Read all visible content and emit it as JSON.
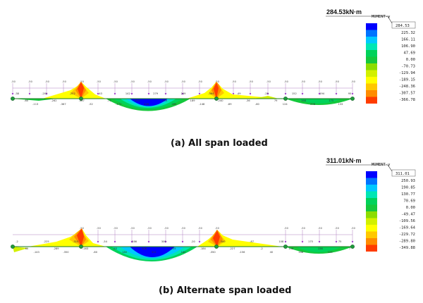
{
  "panels": [
    {
      "caption": "(a) All span loaded",
      "peak_label": "284.53kN·m",
      "legend_title": "MOMENT-y",
      "legend_boxed_value": "284.53",
      "legend_values": [
        "225.32",
        "166.11",
        "106.90",
        "47.69",
        "0.00",
        "-70.73",
        "-129.94",
        "-189.15",
        "-248.36",
        "-307.57",
        "-366.78"
      ],
      "legend_colors": [
        "#0000ff",
        "#0073ff",
        "#00c8ff",
        "#00e6b4",
        "#00d25a",
        "#14c83c",
        "#8cdc00",
        "#d2f000",
        "#ffff00",
        "#ffc800",
        "#ff8c00",
        "#ff3c00"
      ],
      "member_labels": [
        "-38",
        "-60",
        "-113",
        "-201",
        "-262",
        "-367",
        "-202",
        "-127",
        "-52",
        "-43",
        "-71",
        "-171",
        "142",
        "253",
        "228",
        "279",
        "259",
        "285",
        "249",
        "189",
        "-148",
        "-364",
        "-240",
        "-89",
        "-49",
        "-36",
        "-60",
        "-25",
        "79",
        "124",
        "152",
        "198",
        "208",
        "194",
        "175",
        "133",
        "95"
      ],
      "load_label": "-50"
    },
    {
      "caption": "(b) Alternate span loaded",
      "peak_label": "311.01kN·m",
      "legend_title": "MOMENT-y",
      "legend_boxed_value": "311.01",
      "legend_values": [
        "250.93",
        "190.85",
        "130.77",
        "70.69",
        "0.00",
        "-49.47",
        "-109.56",
        "-169.64",
        "-229.72",
        "-289.80",
        "-349.88"
      ],
      "legend_colors": [
        "#0000ff",
        "#0073ff",
        "#00c8ff",
        "#00e6b4",
        "#00d25a",
        "#14c83c",
        "#8cdc00",
        "#d2f000",
        "#ffff00",
        "#ffc800",
        "#ff8c00",
        "#ff3c00"
      ],
      "member_labels": [
        "-2",
        "60",
        "-143",
        "-225",
        "-289",
        "-350",
        "-310",
        "-163",
        "-80",
        "-34",
        "-58",
        "180",
        "286",
        "306",
        "311",
        "300",
        "255",
        "160",
        "-20",
        "-184",
        "-350",
        "-300",
        "-227",
        "-156",
        "-87",
        "-2",
        "40",
        "108",
        "146",
        "168",
        "175",
        "156",
        "124",
        "75",
        "7"
      ],
      "load_label": "-50"
    }
  ]
}
